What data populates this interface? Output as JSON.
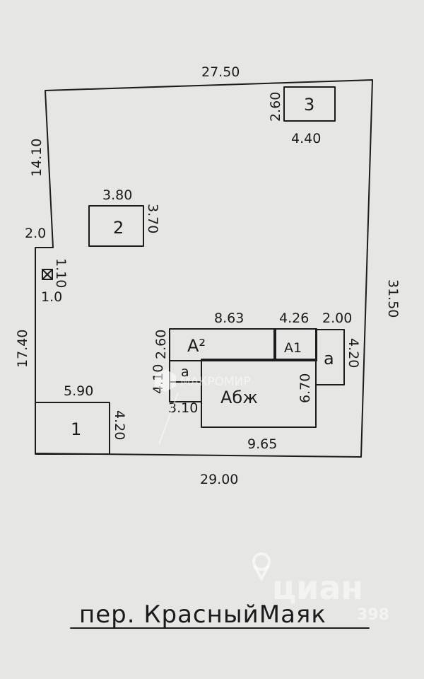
{
  "plot": {
    "top_length": "27.50",
    "upper_left_length": "14.10",
    "notch_length": "2.0",
    "lower_left_length": "17.40",
    "right_length": "31.50",
    "bottom_length": "29.00"
  },
  "buildings": {
    "b1": {
      "label": "1",
      "width": "5.90",
      "depth": "4.20"
    },
    "b2": {
      "label": "2",
      "width": "3.80",
      "depth": "3.70"
    },
    "b3": {
      "label": "3",
      "width": "4.40",
      "depth": "2.60"
    },
    "well": {
      "w": "1.0",
      "h": "1.10"
    }
  },
  "house": {
    "a2_label": "A²",
    "a2_width": "8.63",
    "a2_depth": "2.60",
    "a1_label": "A1",
    "a1_width": "4.26",
    "a_small_label": "a",
    "a_small_width": "2.00",
    "a_small_depth": "4.20",
    "main_label": "Aбж",
    "main_width": "9.65",
    "main_depth": "6.70",
    "left_depth": "4.10",
    "left_width": "3.10",
    "left_cell": "a"
  },
  "street": "пер. КрасныйМаяк",
  "watermarks": {
    "center": "МАКРОМИР",
    "brand": "циан",
    "code": "398"
  }
}
